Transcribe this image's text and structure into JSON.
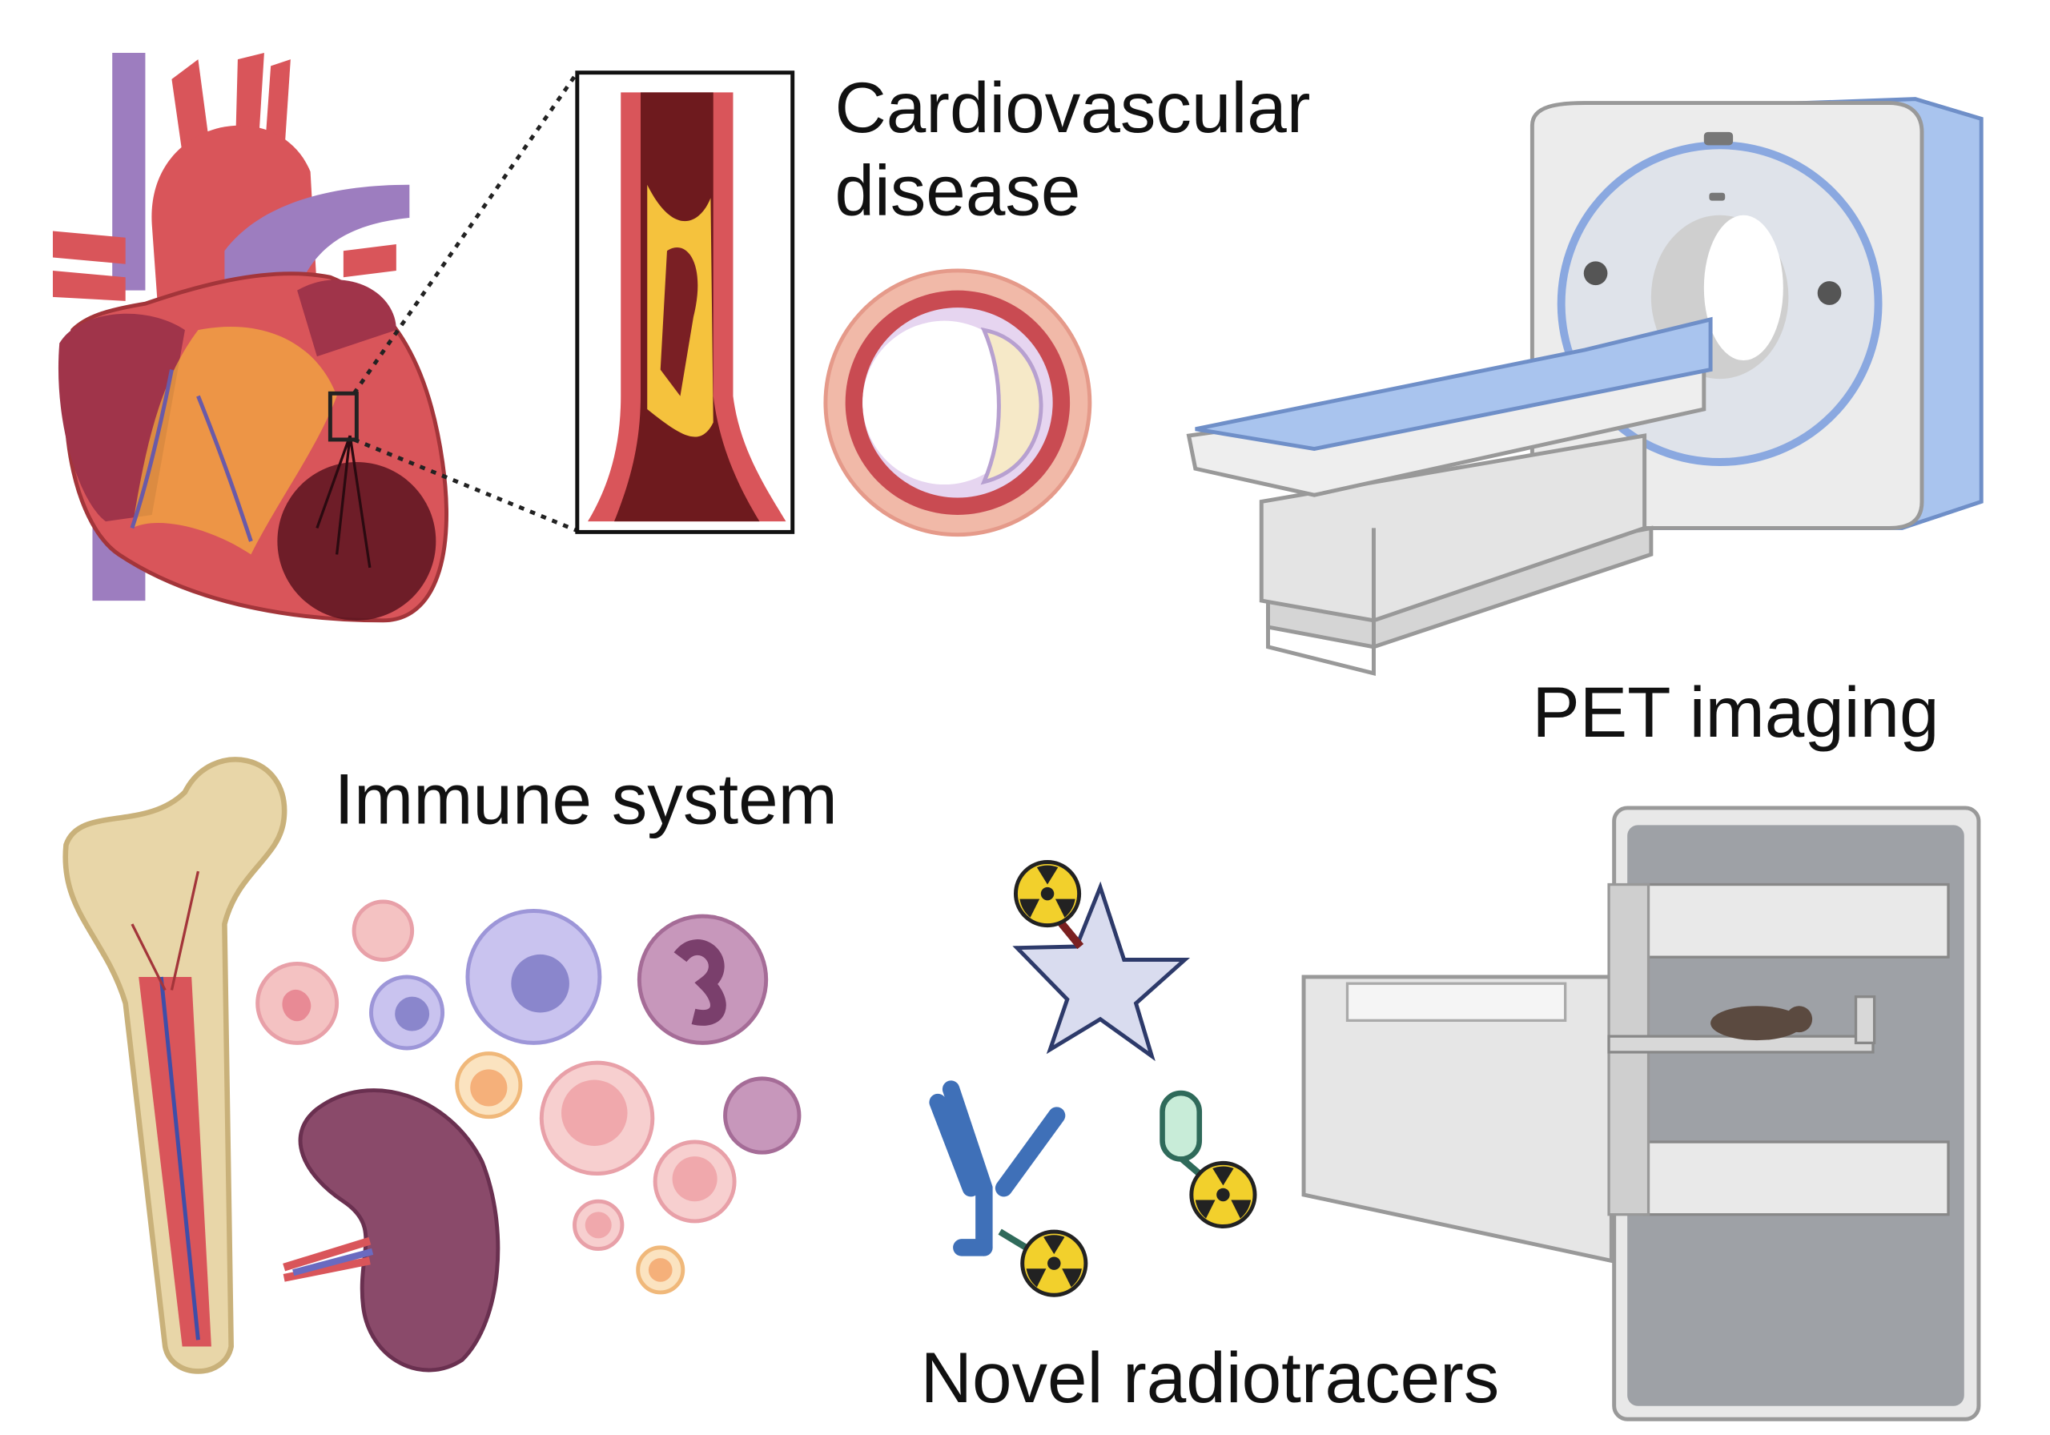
{
  "labels": {
    "cardiovascular_line1": "Cardiovascular",
    "cardiovascular_line2": "disease",
    "pet_imaging": "PET imaging",
    "immune_system": "Immune system",
    "novel_radiotracers": "Novel radiotracers"
  },
  "colors": {
    "heart_red": "#d9555a",
    "vein_purple": "#9d7dbf",
    "fat_yellow": "#f5b13d",
    "scanner_blue": "#a9c4ee",
    "scanner_gray": "#e6e6e6",
    "radiation_yellow": "#f2d02c",
    "antibody_blue": "#3f70b8"
  }
}
